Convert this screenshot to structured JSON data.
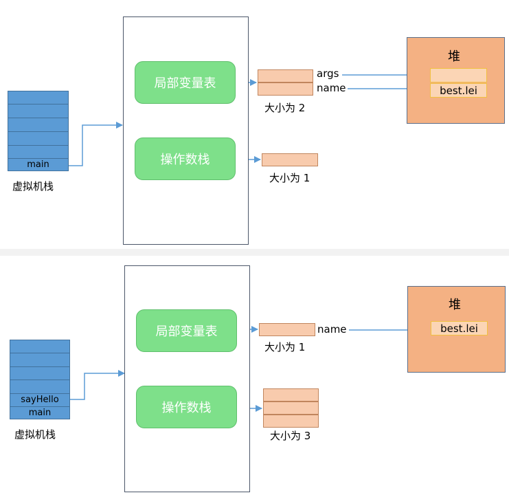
{
  "top": {
    "vm_stack_label": "虚拟机栈",
    "frames": [
      "main"
    ],
    "local_var_table": "局部变量表",
    "operand_stack": "操作数栈",
    "local_size": "大小为 2",
    "operand_size": "大小为 1",
    "var_args": "args",
    "var_name": "name",
    "heap_title": "堆",
    "heap_value": "best.lei"
  },
  "bottom": {
    "vm_stack_label": "虚拟机栈",
    "frames": [
      "sayHello",
      "main"
    ],
    "local_var_table": "局部变量表",
    "operand_stack": "操作数栈",
    "local_size": "大小为 1",
    "operand_size": "大小为 3",
    "var_name": "name",
    "heap_title": "堆",
    "heap_value": "best.lei"
  },
  "colors": {
    "stack_blue": "#5b9bd5",
    "table_green": "#7ee08a",
    "slot_peach": "#f8cbad",
    "heap_orange": "#f4b183",
    "arrow_blue": "#5b9bd5"
  }
}
